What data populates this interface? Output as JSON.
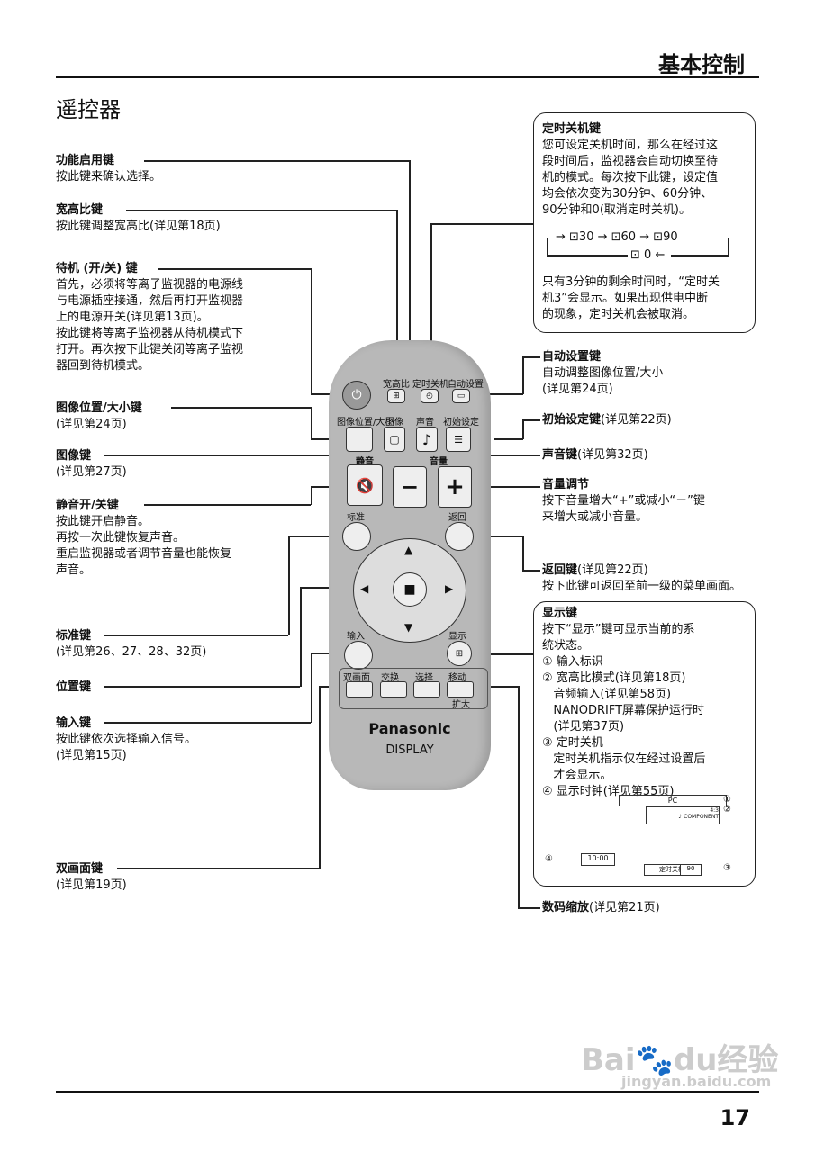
{
  "header": {
    "section": "基本控制",
    "title": "遥控器",
    "page": "17"
  },
  "left": [
    {
      "title": "功能启用键",
      "lines": [
        "按此键来确认选择。"
      ]
    },
    {
      "title": "宽高比键",
      "lines": [
        "按此键调整宽高比(详见第18页)"
      ]
    },
    {
      "title": "待机 (开/关) 键",
      "lines": [
        "首先，必须将等离子监视器的电源线",
        "与电源插座接通，然后再打开监视器",
        "上的电源开关(详见第13页)。",
        "按此键将等离子监视器从待机模式下",
        "打开。再次按下此键关闭等离子监视",
        "器回到待机模式。"
      ]
    },
    {
      "title": "图像位置/大小键",
      "lines": [
        "(详见第24页)"
      ]
    },
    {
      "title": "图像键",
      "lines": [
        "(详见第27页)"
      ]
    },
    {
      "title": "静音开/关键",
      "lines": [
        "按此键开启静音。",
        "再按一次此键恢复声音。",
        "重启监视器或者调节音量也能恢复",
        "声音。"
      ]
    },
    {
      "title": "标准键",
      "lines": [
        "(详见第26、27、28、32页)"
      ]
    },
    {
      "title": "位置键",
      "lines": []
    },
    {
      "title": "输入键",
      "lines": [
        "按此键依次选择输入信号。",
        "(详见第15页)"
      ]
    },
    {
      "title": "双画面键",
      "lines": [
        "(详见第19页)"
      ]
    }
  ],
  "timer_box": {
    "title": "定时关机键",
    "lines": [
      "您可设定关机时间，那么在经过这",
      "段时间后，监视器会自动切换至待",
      "机的模式。每次按下此键，设定值",
      "均会依次变为30分钟、60分钟、",
      "90分钟和0(取消定时关机)。"
    ],
    "cycle": [
      "30",
      "60",
      "90",
      "0"
    ],
    "note": [
      "只有3分钟的剩余时间时，“定时关",
      "机3”会显示。如果出现供电中断",
      "的现象，定时关机会被取消。"
    ]
  },
  "right": [
    {
      "title": "自动设置键",
      "lines": [
        "自动调整图像位置/大小",
        "(详见第24页)"
      ]
    },
    {
      "title": "初始设定键",
      "suffix": "(详见第22页)"
    },
    {
      "title": "声音键",
      "suffix": "(详见第32页)"
    },
    {
      "title": "音量调节",
      "lines": [
        "按下音量增大“+”或减小“－”键",
        "来增大或减小音量。"
      ]
    },
    {
      "title": "返回键",
      "suffix": "(详见第22页)",
      "lines": [
        "按下此键可返回至前一级的菜单画面。"
      ]
    },
    {
      "title": "数码缩放",
      "suffix": "(详见第21页)"
    }
  ],
  "display_box": {
    "title": "显示键",
    "lines": [
      "按下“显示”键可显示当前的系",
      "统状态。",
      "① 输入标识",
      "② 宽高比模式(详见第18页)",
      "   音频输入(详见第58页)",
      "   NANODRIFT屏幕保护运行时",
      "   (详见第37页)",
      "③ 定时关机",
      "   定时关机指示仅在经过设置后",
      "   才会显示。",
      "④ 显示时钟(详见第55页)"
    ],
    "screen": {
      "input": "PC",
      "aspect": "4:3",
      "audio": "♪ COMPONENT",
      "clock": "10:00",
      "timer_label": "定时关机",
      "timer_value": "90",
      "m1": "①",
      "m2": "②",
      "m3": "③",
      "m4": "④"
    }
  },
  "remote": {
    "brand": "Panasonic",
    "display": "DISPLAY",
    "labels": {
      "aspect": "宽高比",
      "timer": "定时关机",
      "auto": "自动设置",
      "pos": "图像位置/大小",
      "pic": "图像",
      "sound": "声音",
      "init": "初始设定",
      "mute": "静音",
      "vol": "音量",
      "norm": "标准",
      "ret": "返回",
      "input": "输入",
      "disp": "显示",
      "dual": "双画面",
      "swap": "交换",
      "sel": "选择",
      "move": "移动",
      "zoom": "扩大"
    }
  },
  "watermark": {
    "logo": "Bai",
    "logo2": "du",
    "cn": "经验",
    "url": "jingyan.baidu.com"
  }
}
